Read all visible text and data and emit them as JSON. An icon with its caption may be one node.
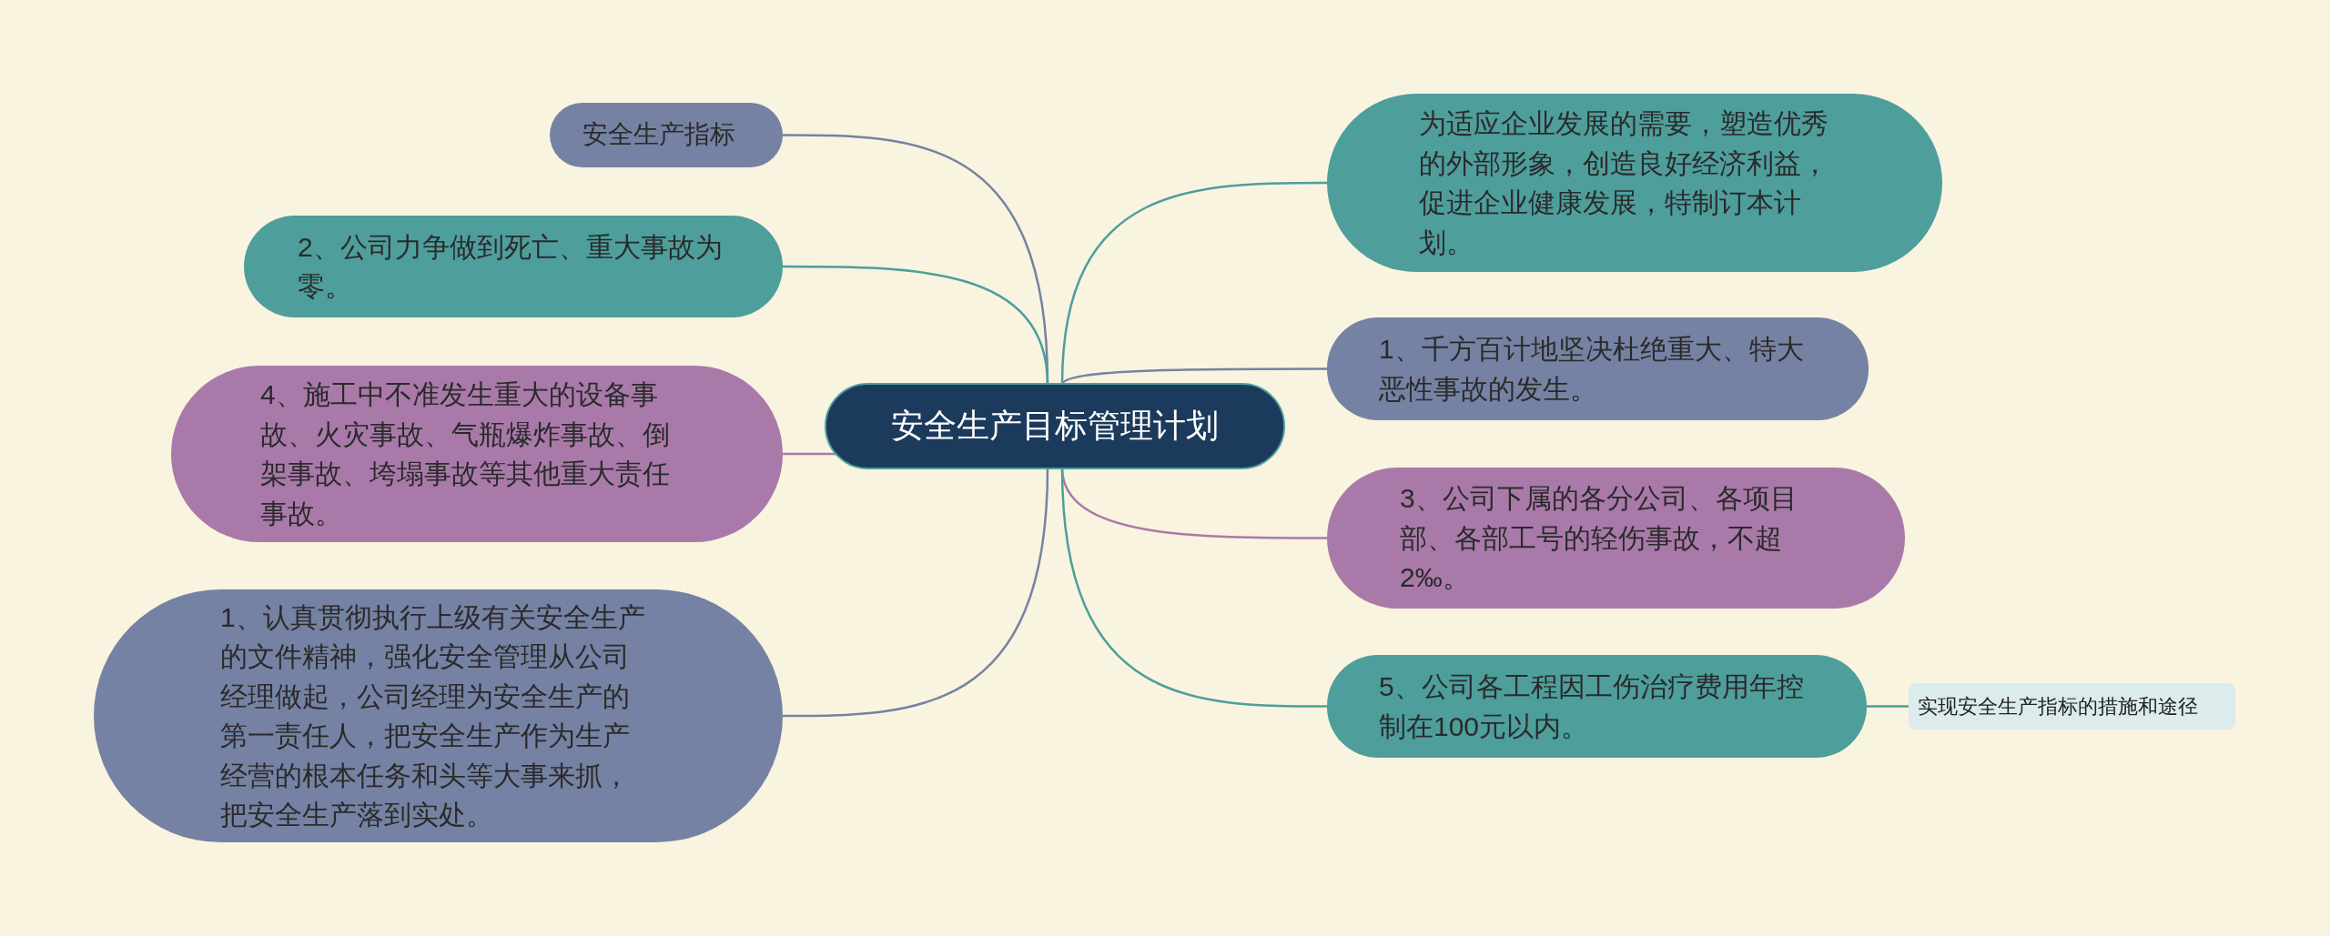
{
  "diagram": {
    "nodes": [
      {
        "text": [
          "安全生产目标管理计划"
        ]
      },
      {
        "text": [
          "安全生产指标"
        ]
      },
      {
        "text": [
          "2、公司力争做到死亡、重大事故为零。"
        ]
      },
      {
        "text": [
          "4、施工中不准发生重大的设备事故、火灾事故、气瓶爆炸事故、倒架事故、垮塌事故等其他重大责任事故。"
        ]
      },
      {
        "text": [
          "1、认真贯彻执行上级有关安全生产的文件精神，强化安全管理从公司经理做起，公司经理为安全生产的第一责任人，把安全生产作为生产经营的根本任务和头等大事来抓，把安全生产落到实处。"
        ]
      },
      {
        "text": [
          "为适应企业发展的需要，塑造优秀的外部形象，创造良好经济利益，促进企业健康发展，特制订本计划。"
        ]
      },
      {
        "text": [
          "1、千方百计地坚决杜绝重大、特大恶性事故的发生。"
        ]
      },
      {
        "text": [
          "3、公司下属的各分公司、各项目部、各部工号的轻伤事故，不超2‰。"
        ]
      },
      {
        "text": [
          "5、公司各工程因工伤治疗费用年控制在100元以内。"
        ]
      },
      {
        "text": [
          "实现安全生产指标的措施和途径"
        ]
      }
    ],
    "edges": [
      {
        "from": 0,
        "to": 1,
        "arrow": "none",
        "color": "#7682a3"
      },
      {
        "from": 0,
        "to": 2,
        "arrow": "none"
      },
      {
        "from": 0,
        "to": 3,
        "arrow": "none",
        "color": "#a97aa9"
      },
      {
        "from": 0,
        "to": 4,
        "arrow": "none",
        "color": "#7682a3"
      },
      {
        "from": 0,
        "to": 5,
        "arrow": "none"
      },
      {
        "from": 0,
        "to": 6,
        "arrow": "none",
        "color": "#7682a3"
      },
      {
        "from": 0,
        "to": 7,
        "arrow": "none",
        "color": "#a97aa9"
      },
      {
        "from": 0,
        "to": 8,
        "arrow": "none"
      },
      {
        "from": 8,
        "to": 9,
        "arrow": "none"
      }
    ]
  }
}
